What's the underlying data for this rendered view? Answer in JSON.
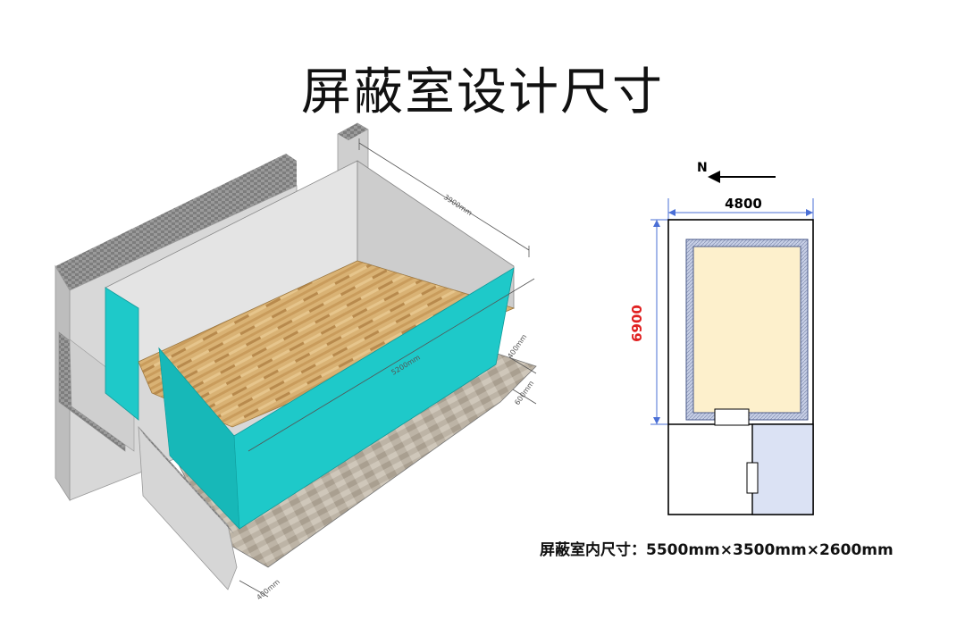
{
  "title": "屏蔽室设计尺寸",
  "isometric": {
    "dimensions": {
      "length": "3900mm",
      "width": "5200mm",
      "wall_gap": "400mm",
      "base_gap": "600mm",
      "front_gap": "400mm"
    }
  },
  "plan": {
    "north_label": "N",
    "width_label": "4800",
    "height_label": "6900"
  },
  "caption": "屏蔽室内尺寸：5500mm×3500mm×2600mm",
  "colors": {
    "cyan_wall": "#1ec9c9",
    "floor_wood": "#d8b173",
    "plan_room_fill": "#fdf0cc",
    "plan_side_room_fill": "#dbe2f4",
    "plan_dimension_blue": "#4a6fd6",
    "plan_height_red": "#e02020",
    "brick": "#8a8a8a"
  }
}
